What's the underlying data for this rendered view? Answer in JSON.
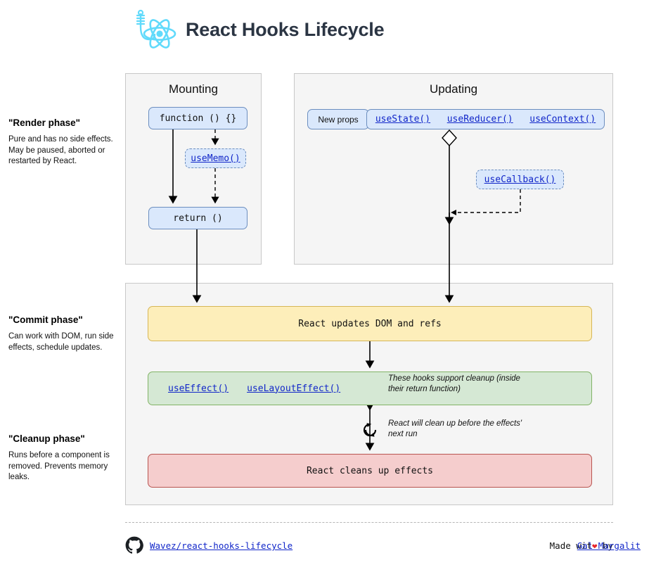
{
  "header": {
    "title": "React Hooks Lifecycle",
    "logo_icon": "react-atom-hook-icon",
    "logo_color": "#61dafb",
    "title_color": "#2b3543"
  },
  "phases": [
    {
      "title": "\"Render phase\"",
      "description": "Pure and has no side effects. May be paused, aborted or restarted by React."
    },
    {
      "title": "\"Commit phase\"",
      "description": "Can work with DOM, run side effects, schedule updates."
    },
    {
      "title": "\"Cleanup phase\"",
      "description": "Runs before a component is removed. Prevents memory leaks."
    }
  ],
  "mounting": {
    "title": "Mounting",
    "function_node": "function () {}",
    "usememo_link": "useMemo()",
    "return_node": "return ()"
  },
  "updating": {
    "title": "Updating",
    "new_props": "New props",
    "hooks": [
      "useState()",
      "useReducer()",
      "useContext()"
    ],
    "usecallback_link": "useCallback()"
  },
  "commit": {
    "dom_node": "React updates DOM and refs",
    "effect_hooks": [
      "useEffect()",
      "useLayoutEffect()"
    ],
    "effect_note": "These hooks support cleanup (inside their return function)",
    "cleanup_note": "React will clean up before the effects' next run",
    "cleanup_node": "React cleans up effects",
    "cycle_icon": "cleanup-cycle-icon"
  },
  "footer": {
    "github_icon": "github-icon",
    "repo_link": "Wavez/react-hooks-lifecycle",
    "made_with_prefix": "Made wit",
    "heart_icon": "heart-icon",
    "made_with_suffix": "by",
    "author_link": "Gal Margalit"
  },
  "colors": {
    "blue_fill": "#dae8fc",
    "blue_border": "#6c8ebf",
    "yellow_fill": "#fdeeba",
    "yellow_border": "#d6b656",
    "green_fill": "#d5e8d4",
    "green_border": "#82b366",
    "red_fill": "#f5cdcd",
    "red_border": "#b85450",
    "panel_fill": "#f5f5f5",
    "link": "#1126c9"
  }
}
